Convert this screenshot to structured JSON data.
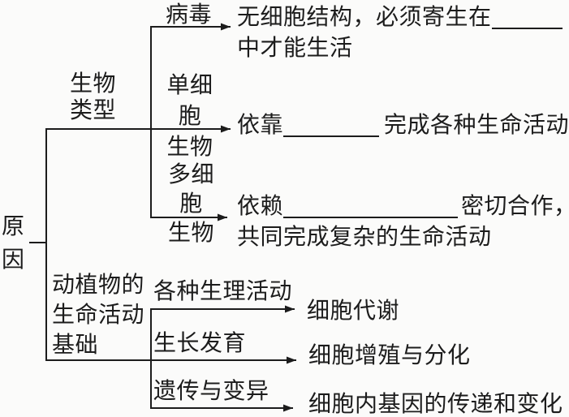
{
  "page": {
    "background_color": "#fbfbfa",
    "ink_color": "#1c1c1c"
  },
  "root": {
    "label": "原\n因"
  },
  "branch_bio_type": {
    "label": "生物\n类型",
    "virus": {
      "label": "病毒",
      "desc_before_blank": "无细胞结构，必须寄生在",
      "desc_line2": "中才能生活"
    },
    "unicellular": {
      "label": "单细胞\n生物",
      "desc_before_blank": "依靠",
      "desc_after_blank": "完成各种生命活动"
    },
    "multicellular": {
      "label": "多细胞\n生物",
      "desc_before_blank": "依赖",
      "desc_after_blank": "密切合作，",
      "desc_line2": "共同完成复杂的生命活动"
    }
  },
  "branch_life_basis": {
    "label": "动植物的\n生命活动\n基础",
    "items": [
      {
        "label": "各种生理活动",
        "result": "细胞代谢"
      },
      {
        "label": "生长发育",
        "result": "细胞增殖与分化"
      },
      {
        "label": "遗传与变异",
        "result": "细胞内基因的传递和变化"
      }
    ]
  }
}
